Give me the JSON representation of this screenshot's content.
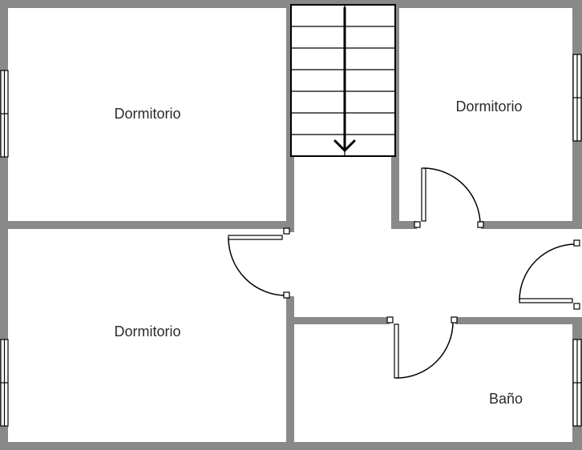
{
  "rooms": {
    "top_left": {
      "label": "Dormitorio"
    },
    "top_right": {
      "label": "Dormitorio"
    },
    "bottom_left": {
      "label": "Dormitorio"
    },
    "bottom_right": {
      "label": "Baño"
    }
  },
  "colors": {
    "wall": "#898989",
    "floor": "#ffffff",
    "line": "#000000",
    "text": "#2b2b2b"
  }
}
